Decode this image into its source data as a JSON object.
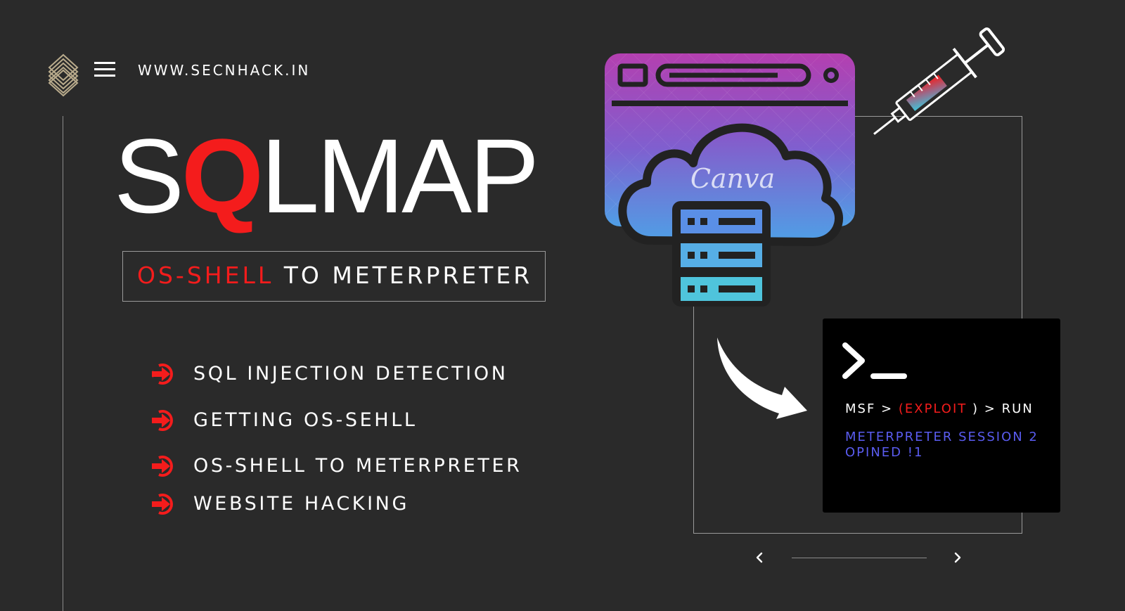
{
  "header": {
    "site_url": "WWW.SECNHACK.IN",
    "logo_icon": "layered-diamond-logo",
    "menu_icon": "hamburger-menu-icon"
  },
  "hero": {
    "title_part1": "S",
    "title_highlight": "Q",
    "title_part2": "LMAP",
    "subtitle_highlight": "OS-SHELL",
    "subtitle_rest": " TO METERPRETER"
  },
  "features": [
    {
      "label": "SQL INJECTION DETECTION",
      "icon": "red-arrow-icon"
    },
    {
      "label": "GETTING OS-SEHLL",
      "icon": "red-arrow-icon"
    },
    {
      "label": "OS-SHELL TO METERPRETER",
      "icon": "red-arrow-icon"
    },
    {
      "label": "WEBSITE HACKING",
      "icon": "red-arrow-icon"
    }
  ],
  "illustration": {
    "watermark": "Canva",
    "icons": [
      "browser-window-icon",
      "cloud-icon",
      "server-icon",
      "syringe-icon",
      "curved-arrow-icon"
    ]
  },
  "terminal": {
    "prompt_icon": "terminal-prompt-icon",
    "line1_prefix": "MSF > ",
    "line1_highlight": "(EXPLOIT",
    "line1_suffix": " ) > RUN",
    "line2": "METERPRETER SESSION 2 OPINED !1"
  },
  "pager": {
    "prev_icon": "chevron-left-icon",
    "next_icon": "chevron-right-icon"
  },
  "colors": {
    "background": "#2a2a2a",
    "accent_red": "#f41c1c",
    "terminal_blue": "#5a5cf0",
    "gradient_top": "#b43fb0",
    "gradient_bottom": "#4f9fe6",
    "server_cyan": "#4fc4dc"
  }
}
